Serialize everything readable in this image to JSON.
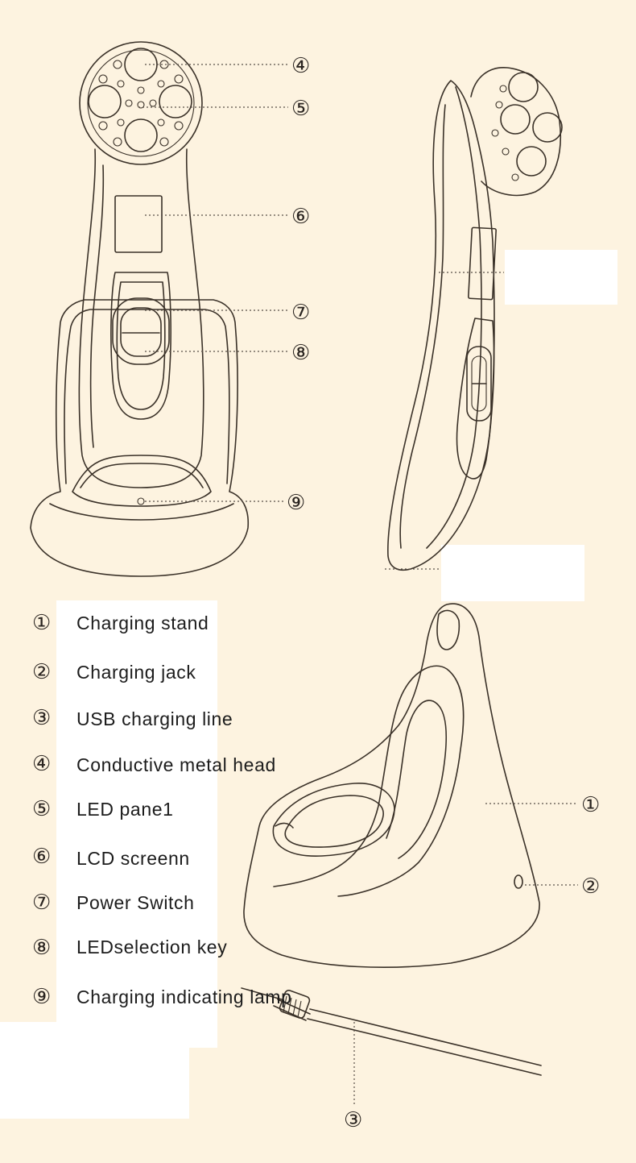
{
  "legend": [
    {
      "num": "①",
      "label": "Charging stand"
    },
    {
      "num": "②",
      "label": "Charging jack"
    },
    {
      "num": "③",
      "label": "USB charging line"
    },
    {
      "num": "④",
      "label": "Conductive metal head"
    },
    {
      "num": "⑤",
      "label": "LED pane1"
    },
    {
      "num": "⑥",
      "label": "LCD screenn"
    },
    {
      "num": "⑦",
      "label": "Power Switch"
    },
    {
      "num": "⑧",
      "label": "LEDselection key"
    },
    {
      "num": "⑨",
      "label": "Charging indicating lamp"
    }
  ],
  "callouts": {
    "head": "④",
    "led": "⑤",
    "lcd": "⑥",
    "power": "⑦",
    "key": "⑧",
    "lamp": "⑨",
    "stand": "①",
    "jack": "②",
    "usb": "③"
  },
  "colors": {
    "background": "#fdf3e0",
    "line": "#3a3128",
    "text": "#1c1c1c"
  }
}
